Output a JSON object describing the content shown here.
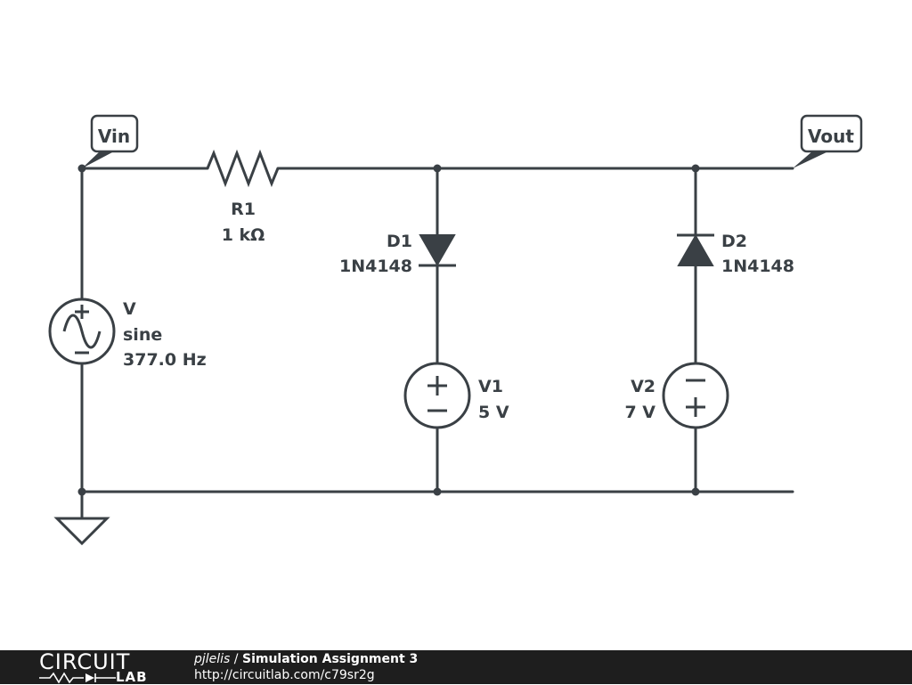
{
  "nodes": {
    "vin_label": "Vin",
    "vout_label": "Vout"
  },
  "components": {
    "source": {
      "name": "V",
      "type": "sine",
      "frequency": "377.0 Hz"
    },
    "r1": {
      "name": "R1",
      "value": "1 kΩ"
    },
    "d1": {
      "name": "D1",
      "part": "1N4148"
    },
    "d2": {
      "name": "D2",
      "part": "1N4148"
    },
    "v1": {
      "name": "V1",
      "value": "5 V"
    },
    "v2": {
      "name": "V2",
      "value": "7 V"
    }
  },
  "footer": {
    "logo_top": "CIRCUIT",
    "logo_bottom": "LAB",
    "author": "pjlelis",
    "separator": " / ",
    "title": "Simulation Assignment 3",
    "url": "http://circuitlab.com/c79sr2g"
  },
  "colors": {
    "ink": "#3a4045",
    "footer_bg": "#1e1e1e",
    "footer_text": "#ffffff"
  }
}
